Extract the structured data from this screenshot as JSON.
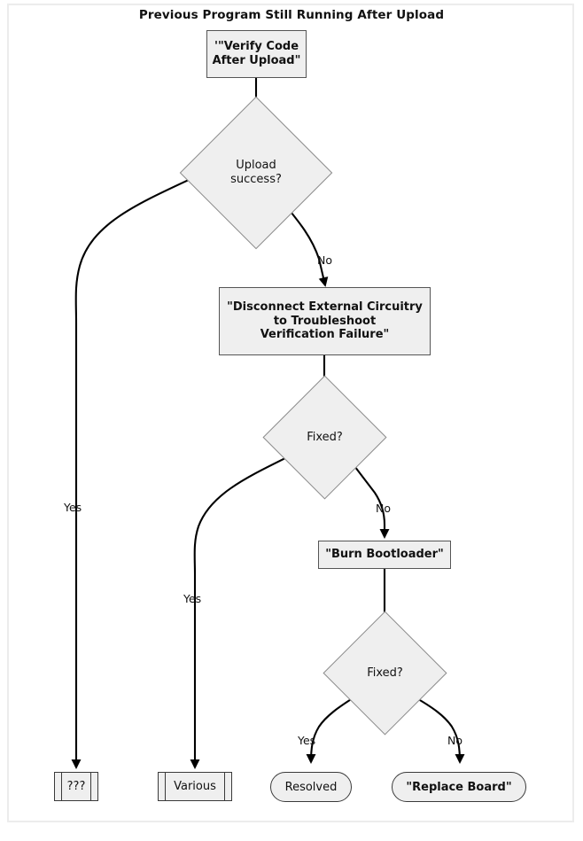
{
  "diagram": {
    "title": "Previous Program Still Running After Upload",
    "type": "flowchart",
    "colors": {
      "node_fill": "#efefef",
      "node_stroke": "#555555",
      "diamond_stroke": "#8a8a8a",
      "edge_stroke": "#000000",
      "frame_border": "#ececec",
      "background": "#ffffff",
      "text": "#111111"
    },
    "nodes": [
      {
        "id": "verify",
        "shape": "process",
        "text": "'\"Verify Code\nAfter Upload\"",
        "lines": [
          "'\"Verify Code",
          "After Upload\""
        ]
      },
      {
        "id": "upload_q",
        "shape": "decision",
        "text": "Upload success?",
        "lines": [
          "Upload",
          "success?"
        ]
      },
      {
        "id": "disconnect",
        "shape": "process",
        "text": "\"Disconnect External Circuitry to Troubleshoot Verification Failure\"",
        "lines": [
          "\"Disconnect External Circuitry",
          "to Troubleshoot",
          "Verification Failure\""
        ]
      },
      {
        "id": "fixed_q1",
        "shape": "decision",
        "text": "Fixed?",
        "lines": [
          "Fixed?"
        ]
      },
      {
        "id": "burn",
        "shape": "process",
        "text": "\"Burn Bootloader\"",
        "lines": [
          "\"Burn Bootloader\""
        ]
      },
      {
        "id": "fixed_q2",
        "shape": "decision",
        "text": "Fixed?",
        "lines": [
          "Fixed?"
        ]
      },
      {
        "id": "unknown",
        "shape": "subroutine",
        "text": "???",
        "lines": [
          "???"
        ]
      },
      {
        "id": "various",
        "shape": "subroutine",
        "text": "Various",
        "lines": [
          "Various"
        ]
      },
      {
        "id": "resolved",
        "shape": "stadium",
        "text": "Resolved",
        "lines": [
          "Resolved"
        ]
      },
      {
        "id": "replace",
        "shape": "stadium",
        "text": "\"Replace Board\"",
        "lines": [
          "\"Replace Board\""
        ]
      }
    ],
    "edges": [
      {
        "from": "verify",
        "to": "upload_q",
        "label": ""
      },
      {
        "from": "upload_q",
        "to": "unknown",
        "label": "Yes"
      },
      {
        "from": "upload_q",
        "to": "disconnect",
        "label": "No"
      },
      {
        "from": "disconnect",
        "to": "fixed_q1",
        "label": ""
      },
      {
        "from": "fixed_q1",
        "to": "various",
        "label": "Yes"
      },
      {
        "from": "fixed_q1",
        "to": "burn",
        "label": "No"
      },
      {
        "from": "burn",
        "to": "fixed_q2",
        "label": ""
      },
      {
        "from": "fixed_q2",
        "to": "resolved",
        "label": "Yes"
      },
      {
        "from": "fixed_q2",
        "to": "replace",
        "label": "No"
      }
    ],
    "edge_labels": {
      "upload_yes": "Yes",
      "upload_no": "No",
      "fixed1_yes": "Yes",
      "fixed1_no": "No",
      "fixed2_yes": "Yes",
      "fixed2_no": "No"
    }
  }
}
